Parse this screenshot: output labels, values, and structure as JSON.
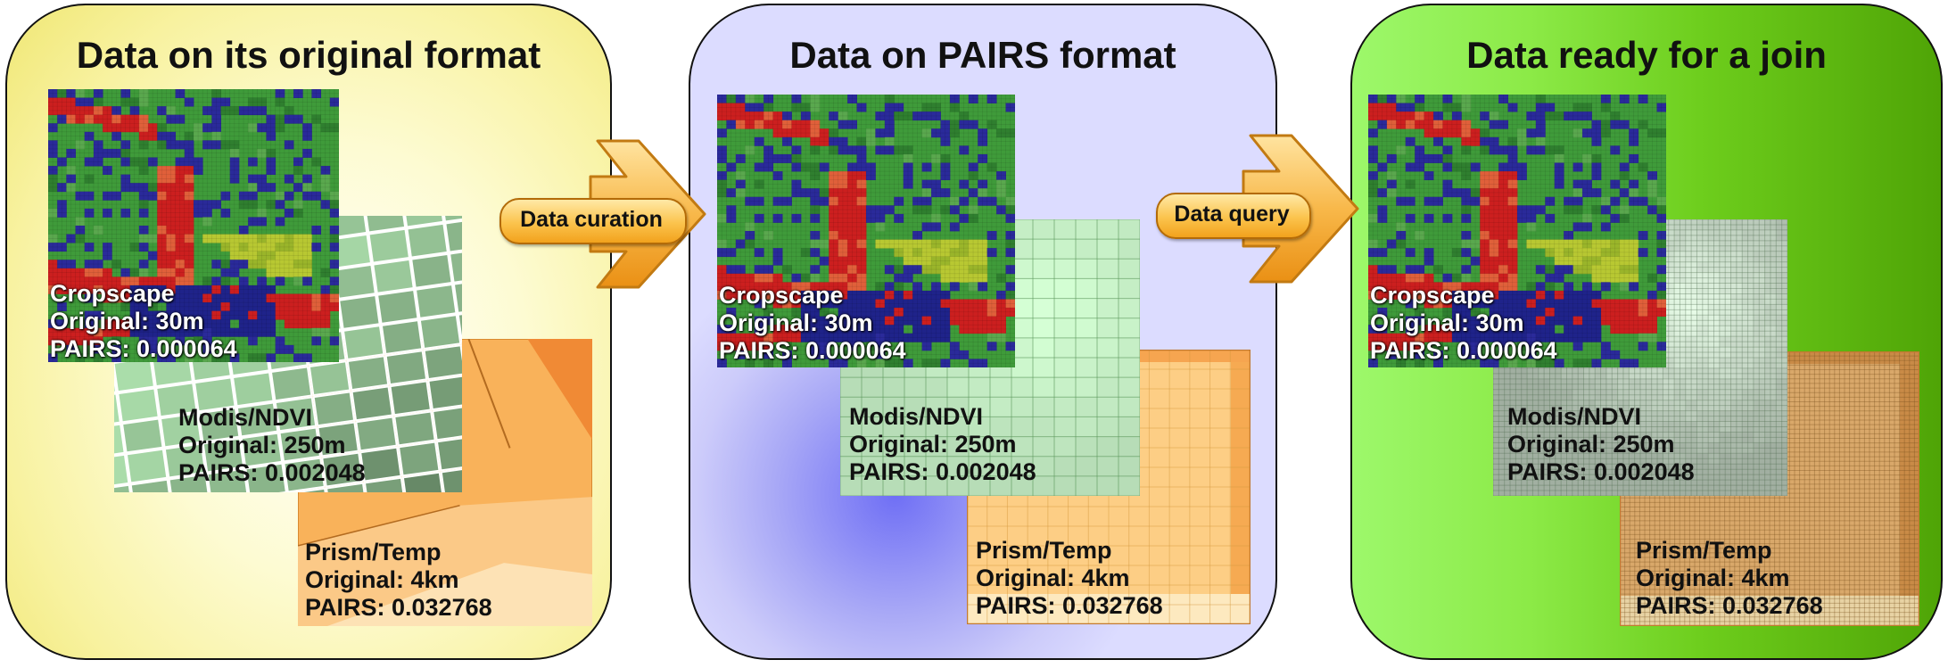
{
  "panels": [
    {
      "title": "Data on its original format",
      "cropscape": {
        "name": "Cropscape",
        "original": "Original: 30m",
        "pairs": "PAIRS: 0.000064"
      },
      "modis": {
        "name": "Modis/NDVI",
        "original": "Original: 250m",
        "pairs": "PAIRS: 0.002048"
      },
      "prism": {
        "name": "Prism/Temp",
        "original": "Original: 4km",
        "pairs": "PAIRS: 0.032768"
      }
    },
    {
      "title": "Data on PAIRS format",
      "cropscape": {
        "name": "Cropscape",
        "original": "Original: 30m",
        "pairs": "PAIRS: 0.000064"
      },
      "modis": {
        "name": "Modis/NDVI",
        "original": "Original: 250m",
        "pairs": "PAIRS: 0.002048"
      },
      "prism": {
        "name": "Prism/Temp",
        "original": "Original: 4km",
        "pairs": "PAIRS: 0.032768"
      }
    },
    {
      "title": "Data ready for a join",
      "cropscape": {
        "name": "Cropscape",
        "original": "Original: 30m",
        "pairs": "PAIRS: 0.000064"
      },
      "modis": {
        "name": "Modis/NDVI",
        "original": "Original: 250m",
        "pairs": "PAIRS: 0.002048"
      },
      "prism": {
        "name": "Prism/Temp",
        "original": "Original: 4km",
        "pairs": "PAIRS: 0.032768"
      }
    }
  ],
  "arrows": [
    {
      "label": "Data curation"
    },
    {
      "label": "Data query"
    }
  ],
  "colors": {
    "panel1_bg": "#f8f2a0",
    "panel2_bg": "#cccbfa",
    "panel3_bg": "#6dcd1c",
    "arrow_fill": "#f7b13a",
    "crop_green": "#3f9b3a",
    "crop_blue": "#2a2a9a",
    "crop_red": "#cc1f1f",
    "crop_yellow": "#b8c832",
    "ndvi_green": "#8cc98c",
    "prism_orange": "#f9b25a"
  }
}
